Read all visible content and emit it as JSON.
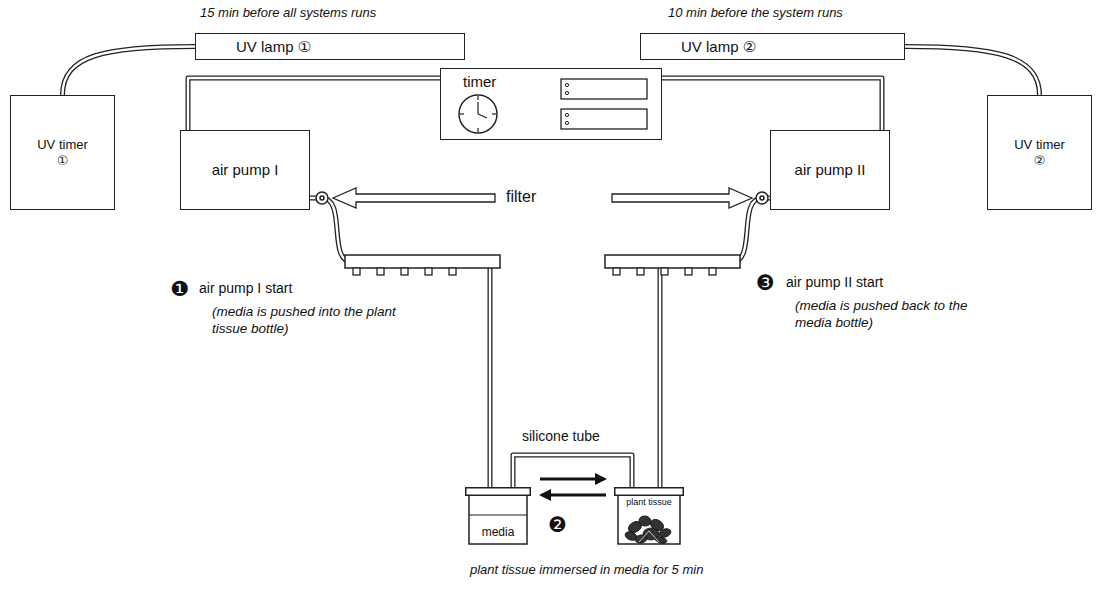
{
  "diagram": {
    "nodes": [
      {
        "text": [
          "UV lamp ①"
        ]
      },
      {
        "text": [
          "timer"
        ]
      },
      {
        "text": [
          "UV lamp ②"
        ]
      },
      {
        "text": [
          "UV timer ①"
        ]
      },
      {
        "text": [
          "air pump I"
        ]
      },
      {
        "text": [
          "air pump II"
        ]
      },
      {
        "text": [
          "UV timer ②"
        ]
      },
      {
        "text": [
          "media"
        ]
      },
      {
        "text": [
          "plant tissue"
        ]
      }
    ],
    "edges": [
      {
        "from": 0,
        "to": 3,
        "arrow": "none"
      },
      {
        "from": 2,
        "to": 6,
        "arrow": "none"
      },
      {
        "from": 1,
        "to": 4,
        "arrow": "none"
      },
      {
        "from": 1,
        "to": 5,
        "arrow": "none"
      },
      {
        "from": 4,
        "to": 7,
        "arrow": "none"
      },
      {
        "from": 5,
        "to": 8,
        "arrow": "none"
      },
      {
        "from": 7,
        "to": 8,
        "arrow": "none"
      }
    ],
    "labels": [
      "15 min before all systems runs",
      "10 min before the system runs",
      "filter",
      "❶",
      "air pump I start",
      "(media is pushed into the plant tissue bottle)",
      "❸",
      "air pump II start",
      "(media is pushed back to the media bottle)",
      "silicone tube",
      "❷",
      "plant tissue immersed in media for 5 min"
    ]
  }
}
